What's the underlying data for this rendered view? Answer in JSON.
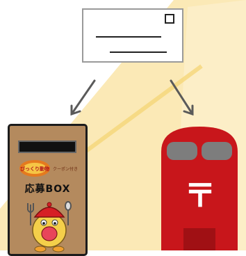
{
  "entry_box": {
    "label": "応募BOX",
    "brand_logo_text": "びっくり動物",
    "brand_logo_sub": "クーポン付き"
  },
  "postal_box": {
    "mark": "〒"
  },
  "icons": {
    "postcard": "postcard-icon",
    "stamp": "stamp-placeholder-icon",
    "entry_box": "entry-box-icon",
    "mascot": "mascot-icon",
    "postbox": "postbox-icon",
    "arrow_left": "arrow-down-left-icon",
    "arrow_right": "arrow-down-right-icon"
  },
  "colors": {
    "background_beam": "#fbe9b6",
    "postbox_red": "#c8161b",
    "entry_box_brown": "#b48a5e",
    "arrow_gray": "#5a5a5a"
  }
}
